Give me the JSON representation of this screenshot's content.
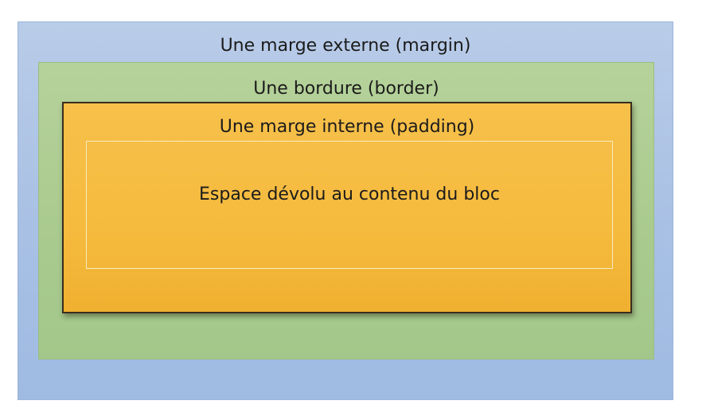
{
  "diagram": {
    "margin_label": "Une marge externe (margin)",
    "border_label": "Une bordure (border)",
    "padding_label": "Une marge interne (padding)",
    "content_label": "Espace dévolu au contenu du bloc"
  },
  "colors": {
    "margin": "#a8c0e4",
    "border": "#a9ca8f",
    "padding": "#f5bb3e",
    "padding_edge": "#3a2e1e",
    "content_outline": "#fbeac0",
    "text": "#1b1b1b"
  }
}
